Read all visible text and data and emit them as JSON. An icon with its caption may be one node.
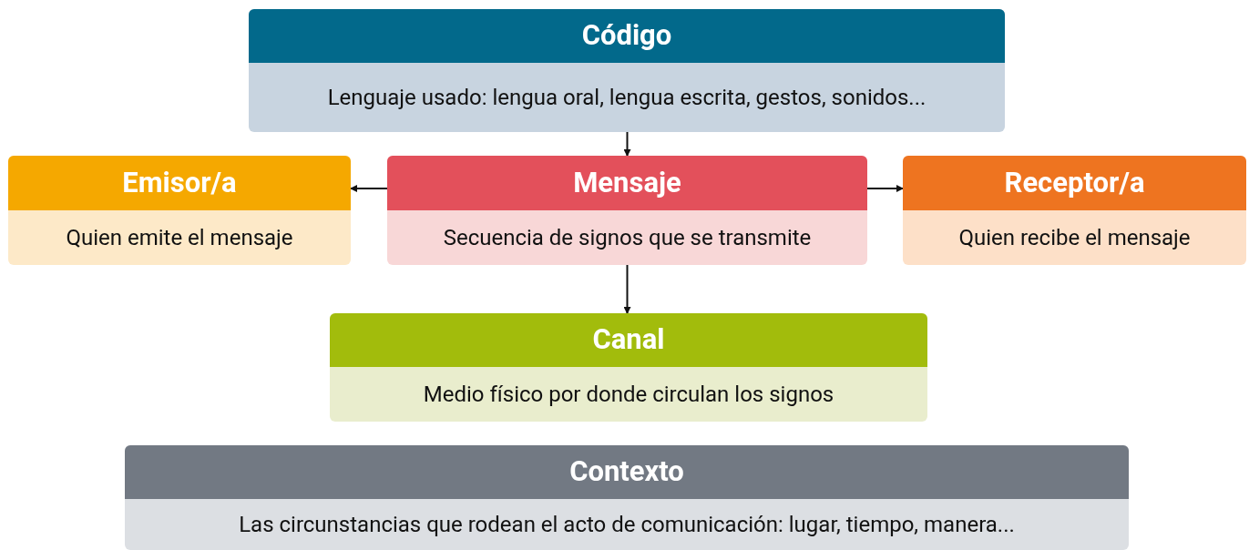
{
  "diagram": {
    "nodes": [
      {
        "text": [
          "Código",
          "Lenguaje usado: lengua oral, lengua escrita, gestos, sonidos..."
        ]
      },
      {
        "text": [
          "Emisor/a",
          "Quien emite el mensaje"
        ]
      },
      {
        "text": [
          "Mensaje",
          "Secuencia de signos que se transmite"
        ]
      },
      {
        "text": [
          "Receptor/a",
          "Quien recibe el mensaje"
        ]
      },
      {
        "text": [
          "Canal",
          "Medio físico por donde circulan los signos"
        ]
      },
      {
        "text": [
          "Contexto",
          "Las circunstancias que rodean el acto de comunicación: lugar, tiempo, manera..."
        ]
      }
    ],
    "edges": [
      {
        "from": 0,
        "to": 2,
        "arrow": "to"
      },
      {
        "from": 2,
        "to": 1,
        "arrow": "to"
      },
      {
        "from": 2,
        "to": 3,
        "arrow": "to"
      },
      {
        "from": 2,
        "to": 4,
        "arrow": "to"
      }
    ]
  }
}
